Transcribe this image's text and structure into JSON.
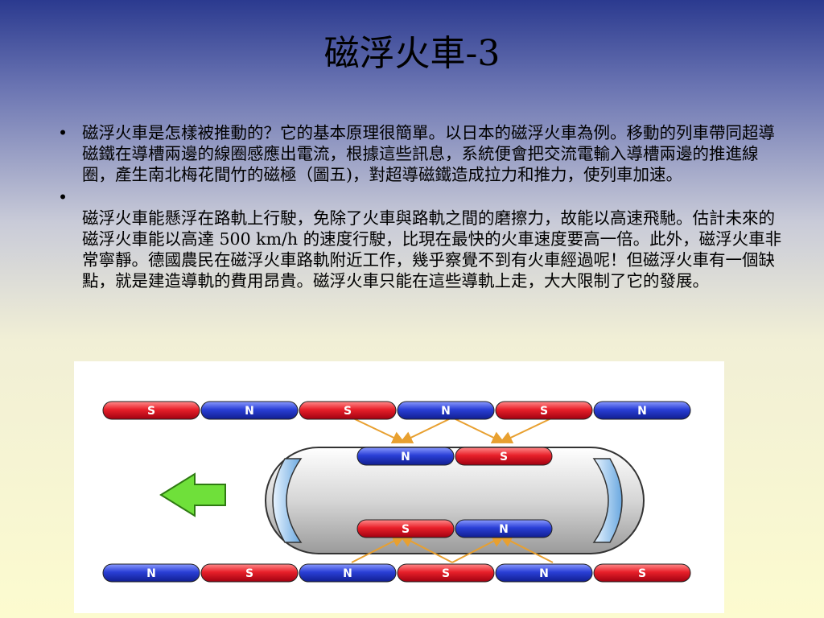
{
  "slide": {
    "title": "磁浮火車-3",
    "bullets": [
      "磁浮火車是怎樣被推動的？它的基本原理很簡單。以日本的磁浮火車為例。移動的列車帶同超導磁鐵在導槽兩邊的線圈感應出電流，根據這些訊息，系統便會把交流電輸入導槽兩邊的推進線圈，產生南北梅花間竹的磁極（圖五)，對超導磁鐵造成拉力和推力，使列車加速。",
      "磁浮火車能懸浮在路軌上行駛，免除了火車與路軌之間的磨擦力，故能以高速飛馳。估計未來的磁浮火車能以高達 500 km/h 的速度行駛，比現在最快的火車速度要高一倍。此外，磁浮火車非常寧靜。德國農民在磁浮火車路軌附近工作，幾乎察覺不到有火車經過呢！但磁浮火車有一個缺點，就是建造導軌的費用昂貴。磁浮火車只能在這些導軌上走，大大限制了它的發展。"
    ],
    "bullet_symbol": "•"
  },
  "diagram": {
    "top_rail": [
      "S",
      "N",
      "S",
      "N",
      "S",
      "N"
    ],
    "train_top_magnets": [
      "N",
      "S"
    ],
    "train_bottom_magnets": [
      "S",
      "N"
    ],
    "bottom_rail": [
      "N",
      "S",
      "N",
      "S",
      "N",
      "S"
    ],
    "colors": {
      "S": "#e8202a",
      "N": "#2a3fd6",
      "arrow": "#6fe03a",
      "force_arrow": "#e8a030"
    }
  }
}
